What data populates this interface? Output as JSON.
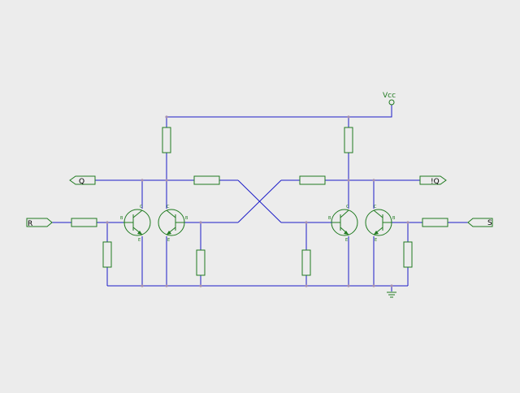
{
  "colors": {
    "background": "#ececec",
    "wire": "#1c1cc8",
    "component": "#1f7a1f",
    "junction": "#a58fb0"
  },
  "ports": {
    "q": "Q",
    "q_not": "!Q",
    "r": "R",
    "s": "S"
  },
  "supply": {
    "vcc": "Vcc"
  },
  "transistor_pins": {
    "b": "B",
    "c": "C",
    "e": "E"
  },
  "icons": {
    "resistor": "resistor-icon",
    "transistor": "npn-transistor-icon",
    "ground": "ground-icon",
    "supply": "vcc-terminal-icon"
  }
}
